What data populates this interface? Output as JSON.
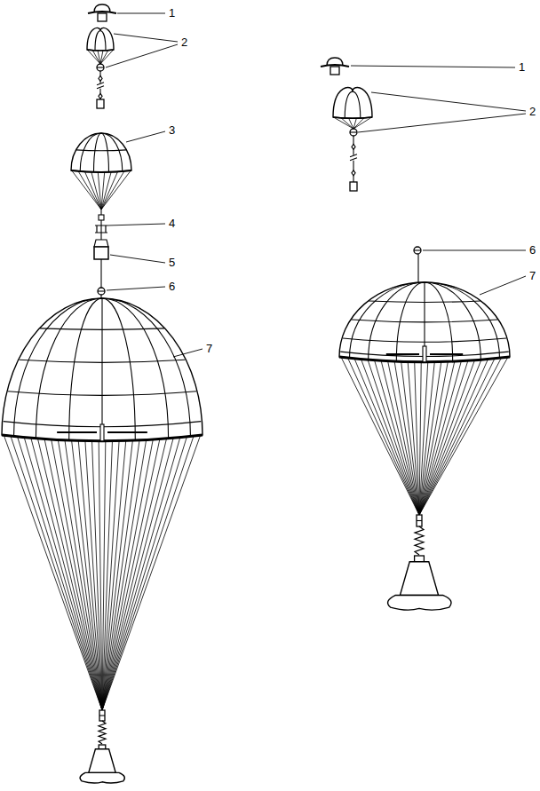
{
  "diagram": {
    "labels": [
      "1",
      "2",
      "3",
      "4",
      "5",
      "6",
      "7",
      "1",
      "2",
      "6",
      "7"
    ]
  }
}
